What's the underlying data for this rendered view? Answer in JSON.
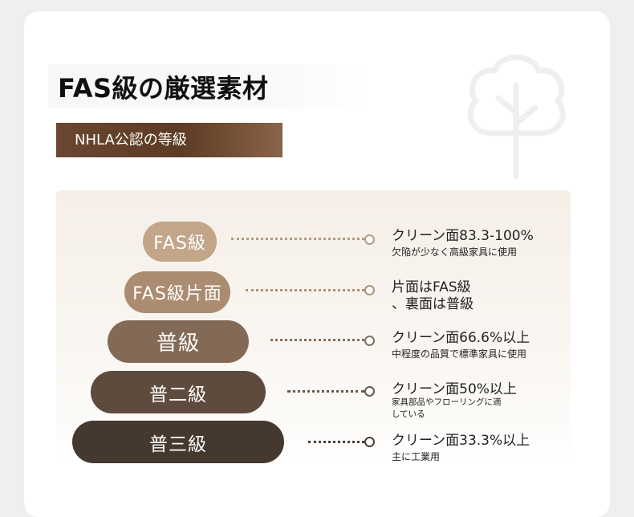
{
  "title": "FAS級の厳選素材",
  "subtitle": "NHLA公認の等級",
  "decoration": {
    "icon": "tree-icon"
  },
  "grades": [
    {
      "label": "FAS級",
      "color": "#c3a588",
      "line1": "クリーン面83.3-100%",
      "line2": "欠陥が少なく高級家具に使用"
    },
    {
      "label": "FAS級片面",
      "color": "#ab8c70",
      "line1": "片面はFAS級\n、裏面は普級",
      "line2": ""
    },
    {
      "label": "普級",
      "color": "#836a56",
      "line1": "クリーン面66.6%以上",
      "line2": "中程度の品質で標準家具に使用"
    },
    {
      "label": "普二級",
      "color": "#5e4b3d",
      "line1": "クリーン面50%以上",
      "line2": "家具部品やフローリングに適\nしている"
    },
    {
      "label": "普三級",
      "color": "#45382f",
      "line1": "クリーン面33.3%以上",
      "line2": "主に工業用"
    }
  ]
}
